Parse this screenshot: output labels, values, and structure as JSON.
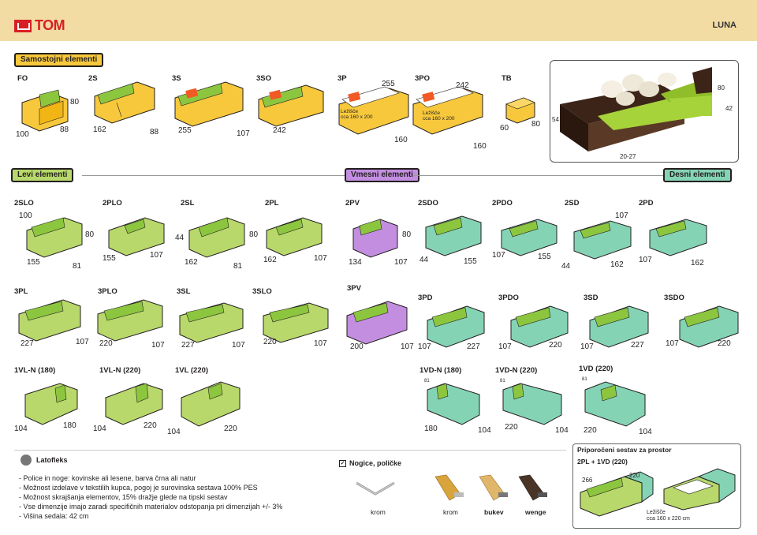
{
  "header": {
    "brand": "TOM",
    "model": "LUNA"
  },
  "sections": {
    "standalone": "Samostojni elementi",
    "left": "Levi elementi",
    "middle": "Vmesni elementi",
    "right": "Desni elementi"
  },
  "colors": {
    "yellow": "#f7c83b",
    "green": "#b8d86b",
    "purple": "#c38ee0",
    "teal": "#85d3b5",
    "cushion": "#8cc63f",
    "orange": "#f15a24"
  },
  "row1": [
    {
      "code": "FO",
      "dims": [
        "80",
        "100",
        "88"
      ]
    },
    {
      "code": "2S",
      "dims": [
        "162",
        "88"
      ]
    },
    {
      "code": "3S",
      "dims": [
        "255",
        "107"
      ]
    },
    {
      "code": "3SO",
      "dims": [
        "242"
      ]
    },
    {
      "code": "3P",
      "dims": [
        "255",
        "160"
      ],
      "bed": "Ležišče\ncca 160 x 200"
    },
    {
      "code": "3PO",
      "dims": [
        "242",
        "160"
      ],
      "bed": "Ležišče\ncca 160 x 200"
    },
    {
      "code": "TB",
      "dims": [
        "60",
        "80"
      ]
    }
  ],
  "photo_dims": [
    "80",
    "42",
    "54",
    "20-27"
  ],
  "row2": [
    {
      "code": "2SLO",
      "dims": [
        "100",
        "80",
        "155",
        "81"
      ]
    },
    {
      "code": "2PLO",
      "dims": [
        "155",
        "107"
      ]
    },
    {
      "code": "2SL",
      "dims": [
        "44",
        "80",
        "162",
        "81"
      ]
    },
    {
      "code": "2PL",
      "dims": [
        "162",
        "107"
      ]
    },
    {
      "code": "2PV",
      "dims": [
        "80",
        "134",
        "107"
      ]
    },
    {
      "code": "2SDO",
      "dims": [
        "44",
        "155"
      ]
    },
    {
      "code": "2PDO",
      "dims": [
        "107",
        "155"
      ]
    },
    {
      "code": "2SD",
      "dims": [
        "107",
        "44",
        "162"
      ]
    },
    {
      "code": "2PD",
      "dims": [
        "107",
        "162"
      ]
    }
  ],
  "row3": [
    {
      "code": "3PL",
      "dims": [
        "227",
        "107"
      ]
    },
    {
      "code": "3PLO",
      "dims": [
        "220",
        "107"
      ]
    },
    {
      "code": "3SL",
      "dims": [
        "227",
        "107"
      ]
    },
    {
      "code": "3SLO",
      "dims": [
        "220",
        "107"
      ]
    },
    {
      "code": "3PV",
      "dims": [
        "200",
        "107"
      ]
    },
    {
      "code": "3PD",
      "dims": [
        "107",
        "227"
      ]
    },
    {
      "code": "3PDO",
      "dims": [
        "107",
        "220"
      ]
    },
    {
      "code": "3SD",
      "dims": [
        "107",
        "227"
      ]
    },
    {
      "code": "3SDO",
      "dims": [
        "107",
        "220"
      ]
    }
  ],
  "row4": [
    {
      "code": "1VL-N (180)",
      "dims": [
        "104",
        "180"
      ]
    },
    {
      "code": "1VL-N (220)",
      "dims": [
        "104",
        "220"
      ]
    },
    {
      "code": "1VL (220)",
      "dims": [
        "104",
        "220"
      ]
    },
    {
      "code": "1VD-N (180)",
      "dims": [
        "81",
        "180",
        "104"
      ]
    },
    {
      "code": "1VD-N (220)",
      "dims": [
        "81",
        "220",
        "104"
      ]
    },
    {
      "code": "1VD (220)",
      "dims": [
        "81",
        "220",
        "104"
      ]
    }
  ],
  "footer": {
    "latofleks": "Latofleks",
    "notes": [
      "- Police in noge: kovinske ali lesene, barva črna ali natur",
      "- Možnost izdelave v tekstilih kupca, pogoj je surovinska sestava 100% PES",
      "- Možnost skrajšanja elementov, 15% dražje glede na tipski sestav",
      "- Vse dimenzije imajo zaradi specifičnih materialov odstopanja pri dimenzijah +/- 3%",
      "- Višina sedala: 42 cm"
    ],
    "feet_title": "Nogice, poličke",
    "feet": [
      "krom",
      "krom",
      "bukev",
      "wenge"
    ],
    "combo_title": "Priporočeni sestav za prostor",
    "combo_sub": "2PL + 1VD (220)",
    "combo_dims": [
      "266",
      "220"
    ],
    "combo_bed": "Ležišče\ncca 160 x 220 cm"
  }
}
